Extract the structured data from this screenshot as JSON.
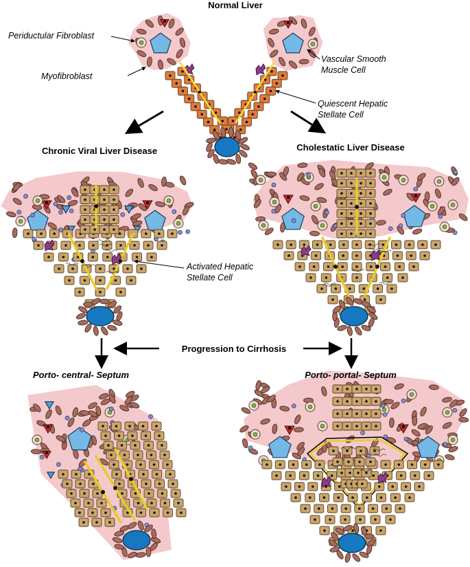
{
  "figure": {
    "titles": {
      "normal": "Normal Liver",
      "viral": "Chronic Viral Liver Disease",
      "cholestatic": "Cholestatic Liver Disease",
      "progression": "Progression to Cirrhosis",
      "porto_central": "Porto- central- Septum",
      "porto_portal": "Porto- portal- Septum"
    },
    "callouts": {
      "periductular_fibroblast": "Periductular Fibroblast",
      "myofibroblast": "Myofibroblast",
      "vsmc_line1": "Vascular Smooth",
      "vsmc_line2": "Muscle Cell",
      "qhsc_line1": "Quiescent Hepatic",
      "qhsc_line2": "Stellate Cell",
      "ahsc_line1": "Activated Hepatic",
      "ahsc_line2": "Stellate Cell"
    }
  },
  "colors": {
    "portal_tissue": "#f4c9cc",
    "portal_vein": "#74b9e6",
    "central_vein": "#1778c2",
    "hepatocyte": "#c9a66e",
    "hepatocyte_edge": "#5a4020",
    "myofibroblast": "#a86b5e",
    "artery": "#d62a2a",
    "bile_duct_nucleus": "#7ab63a",
    "stellate_quiescent": "#f2e02a",
    "stellate_activated": "#e8cc2a",
    "kupffer": "#8e3b8c",
    "lymphocyte": "#7c8fd6",
    "orange_hepatocyte": "#e07a3e"
  }
}
